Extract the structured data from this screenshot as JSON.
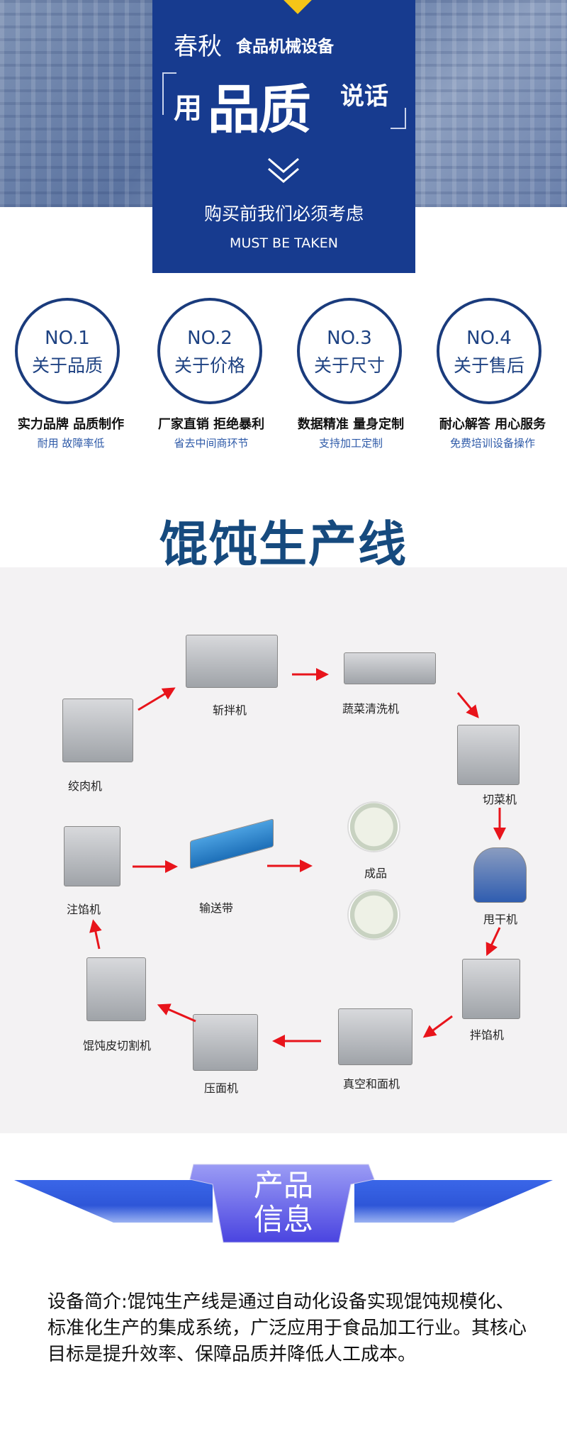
{
  "hero": {
    "brand": "春秋",
    "subtitle": "食品机械设备",
    "slogan_prefix": "用",
    "slogan_main": "品质",
    "slogan_suffix": "说话",
    "consider": "购买前我们必须考虑",
    "must": "MUST BE TAKEN",
    "accent": "#173b8f",
    "diamond": "#f5c518"
  },
  "points": [
    {
      "no": "NO.1",
      "about": "关于品质",
      "title": "实力品牌 品质制作",
      "sub": "耐用 故障率低"
    },
    {
      "no": "NO.2",
      "about": "关于价格",
      "title": "厂家直销 拒绝暴利",
      "sub": "省去中间商环节"
    },
    {
      "no": "NO.3",
      "about": "关于尺寸",
      "title": "数据精准 量身定制",
      "sub": "支持加工定制"
    },
    {
      "no": "NO.4",
      "about": "关于售后",
      "title": "耐心解答 用心服务",
      "sub": "免费培训设备操作"
    }
  ],
  "section_title": "馄饨生产线",
  "flow": {
    "chopper": "斩拌机",
    "washer": "蔬菜清洗机",
    "grinder": "绞肉机",
    "cutter": "切菜机",
    "product": "成品",
    "filler": "注馅机",
    "conveyor": "输送带",
    "dryer": "甩干机",
    "mixer": "拌馅机",
    "wrapper_cutter": "馄饨皮切割机",
    "press": "压面机",
    "vacuum_mixer": "真空和面机",
    "arrow_color": "#e8141b"
  },
  "info_banner": {
    "line1": "产品",
    "line2": "信息"
  },
  "description": "设备简介:馄饨生产线是通过自动化设备实现馄饨规模化、标准化生产的集成系统，广泛应用于食品加工行业。其核心目标是提升效率、保障品质并降低人工成本。"
}
